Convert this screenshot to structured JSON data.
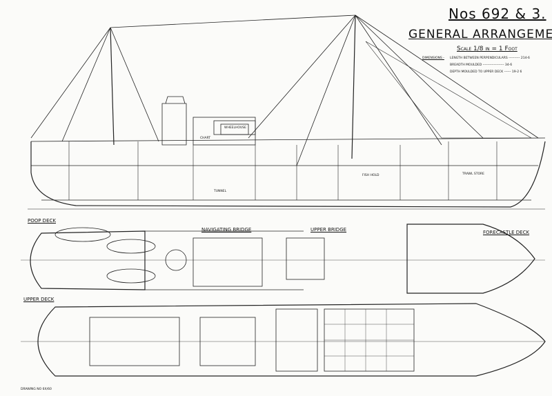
{
  "title_block": {
    "number": "Nos 692 & 3.",
    "title": "GENERAL ARRANGEMENT.",
    "scale": "Scale 1/8 in = 1 Foot",
    "dimensions_label": "Dimensions -",
    "dimensions": [
      {
        "label": "Length between perpendiculars",
        "value": "214-6"
      },
      {
        "label": "Breadth Moulded",
        "value": "34-6"
      },
      {
        "label": "Depth Moulded to Upper Deck",
        "value": "19-2 6"
      }
    ]
  },
  "plan_labels": {
    "poop_deck": "Poop Deck",
    "navigating_bridge": "Navigating Bridge",
    "upper_bridge": "Upper Bridge",
    "forecastle_deck": "Forecastle Deck",
    "upper_deck": "Upper Deck"
  },
  "profile_labels": {
    "fish_hold": "Fish Hold",
    "tunnel": "Tunnel",
    "trawl store": "Trawl Store",
    "wheelhouse": "Wheelhouse",
    "chart": "Chart"
  },
  "drawing_number": "Drawing No 6x/60"
}
